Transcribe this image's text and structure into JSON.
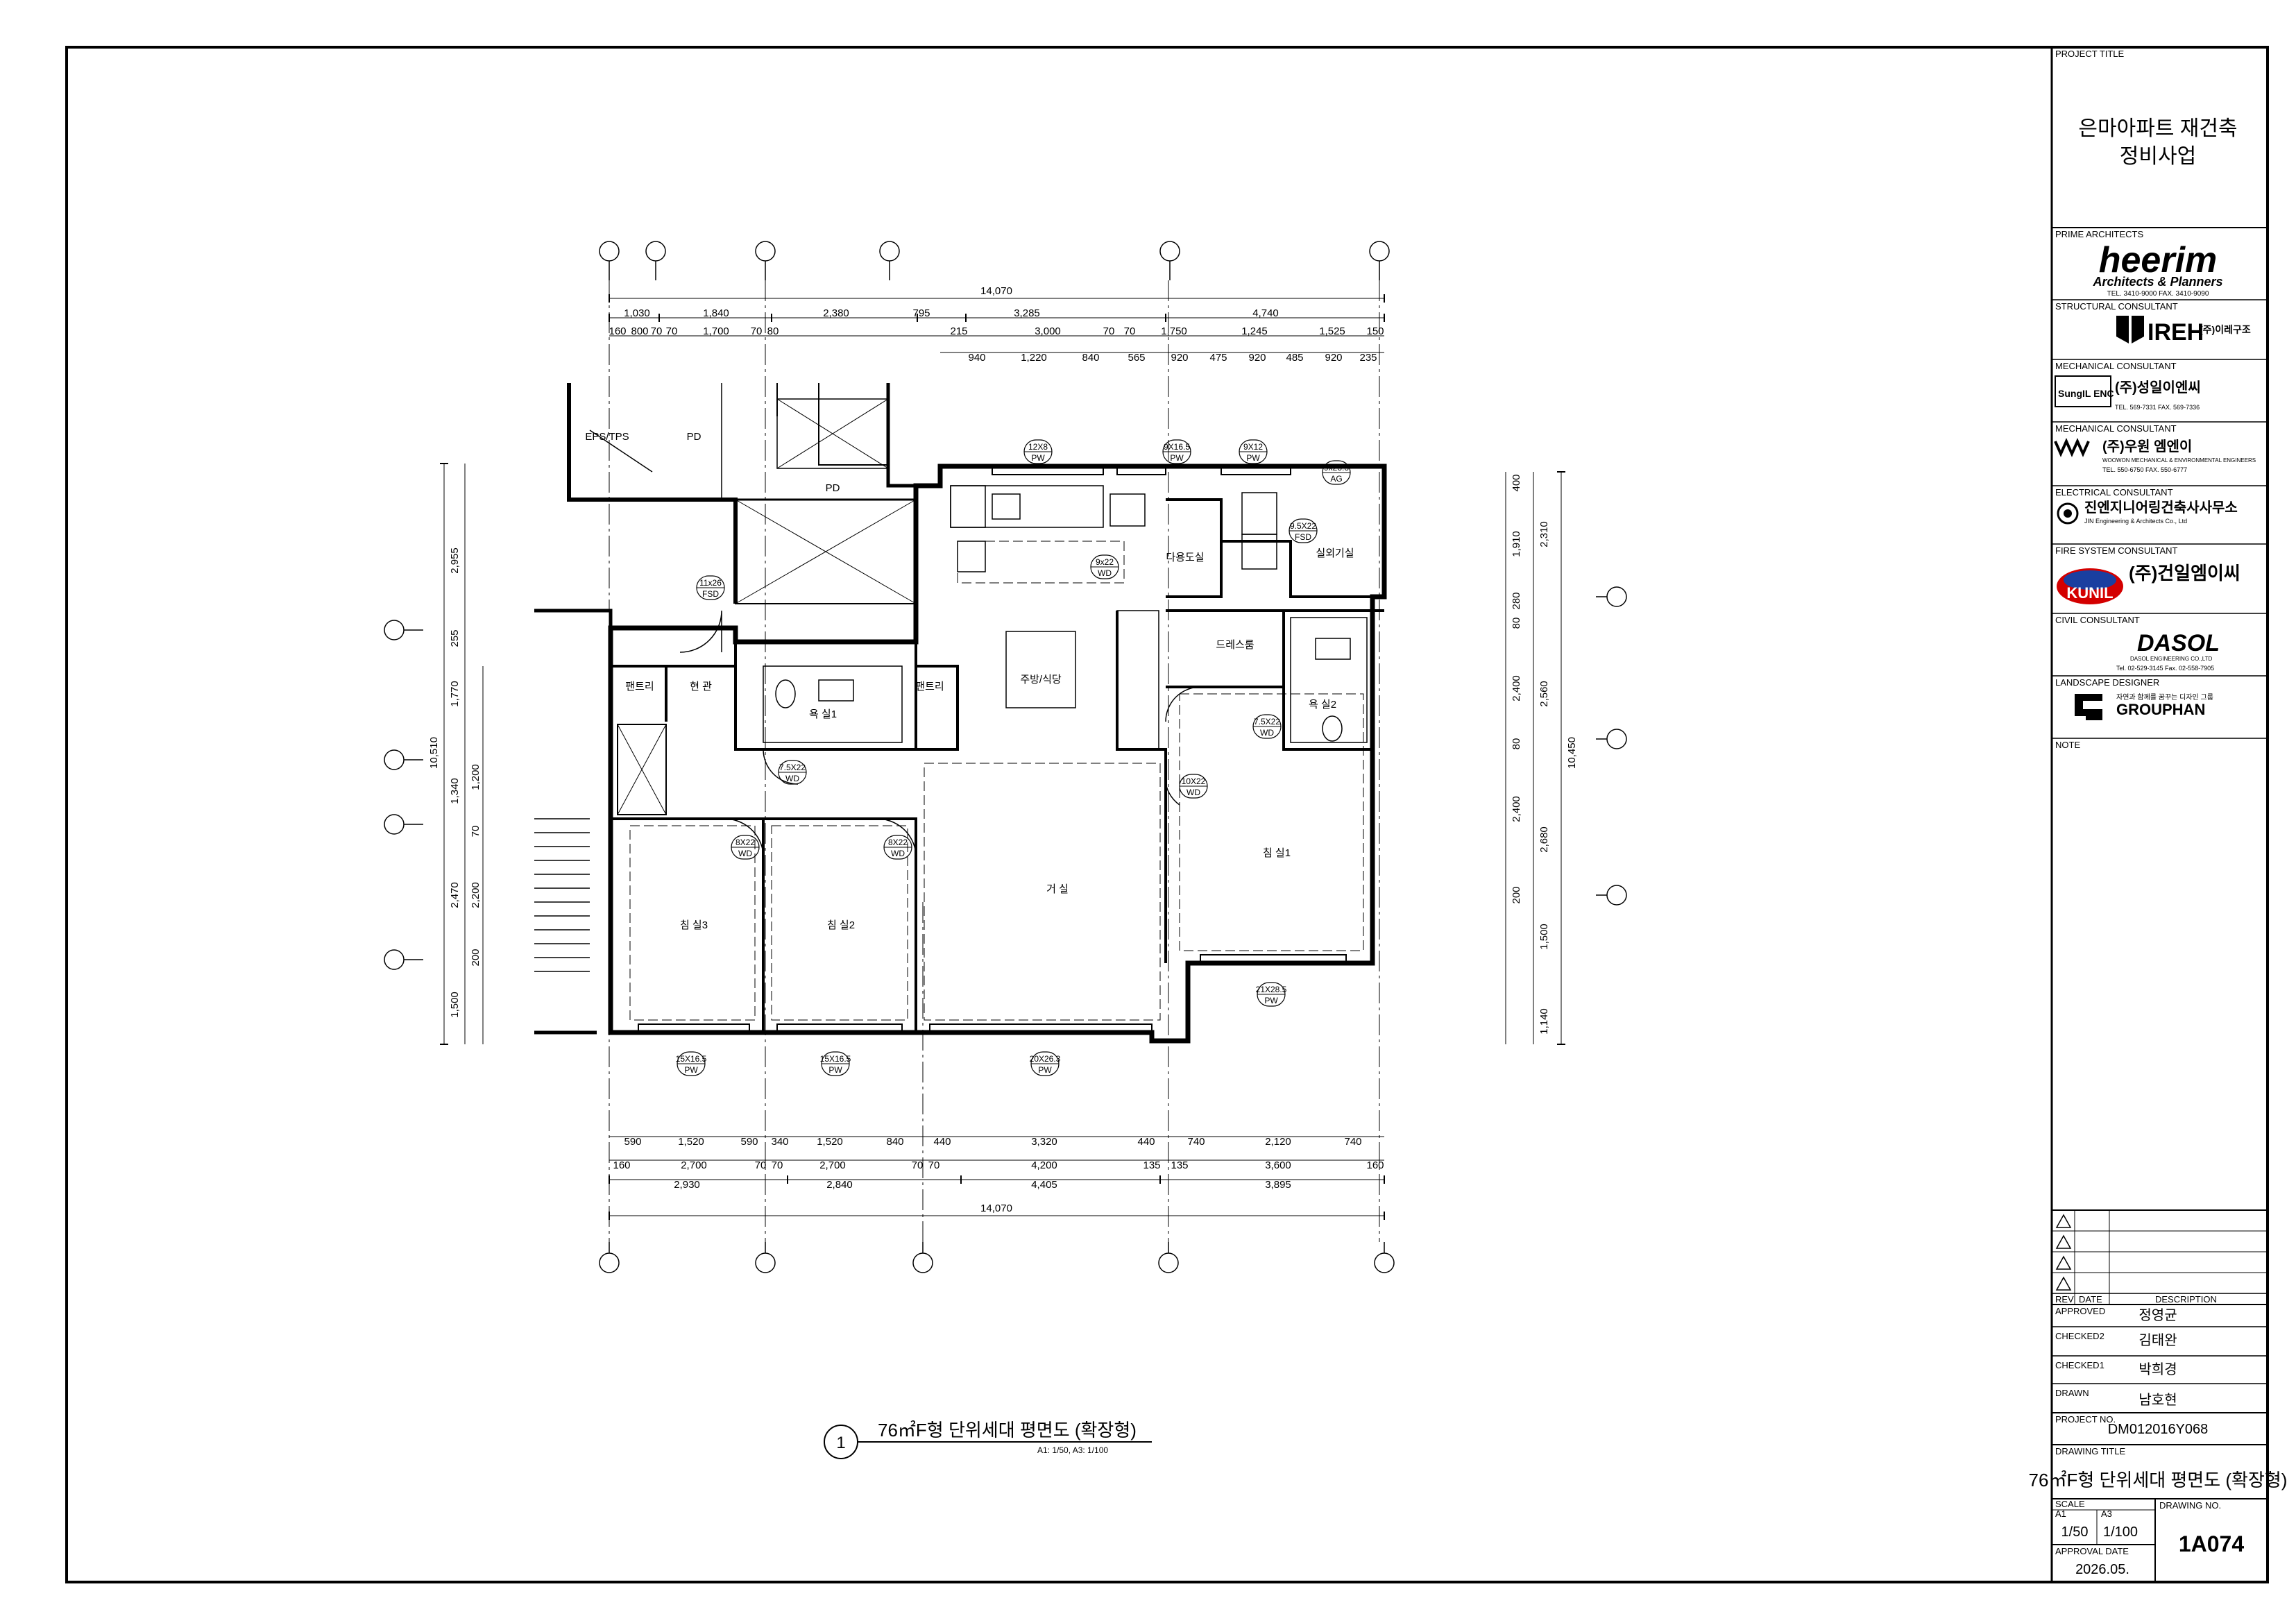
{
  "title_block": {
    "project_title_label": "PROJECT TITLE",
    "project_title_line1": "은마아파트 재건축",
    "project_title_line2": "정비사업",
    "consultants": [
      {
        "role": "PRIME ARCHITECTS",
        "name": "heerim",
        "sub": "Architects & Planners",
        "detail": "TEL. 3410-9000  FAX. 3410-9090"
      },
      {
        "role": "STRUCTURAL CONSULTANT",
        "name": "IREH",
        "sub": "(주)이레구조",
        "detail": ""
      },
      {
        "role": "MECHANICAL CONSULTANT",
        "name": "SungIL ENC",
        "sub": "(주)성일이엔씨",
        "detail": "TEL. 569-7331  FAX. 569-7336"
      },
      {
        "role": "MECHANICAL CONSULTANT",
        "name": "(주)우원 엠엔이",
        "sub": "WOOWON MECHANICAL & ENVIRONMENTAL ENGINEERS",
        "detail": "TEL. 550-6750  FAX. 550-6777"
      },
      {
        "role": "ELECTRICAL CONSULTANT",
        "name": "진엔지니어링건축사사무소",
        "sub": "JIN Engineering & Architects Co., Ltd",
        "detail": ""
      },
      {
        "role": "FIRE SYSTEM CONSULTANT",
        "name": "(주)건일엠이씨",
        "sub": "KUNIL",
        "detail": ""
      },
      {
        "role": "CIVIL CONSULTANT",
        "name": "DASOL",
        "sub": "DASOL ENGINEERING CO.,LTD",
        "detail": "Tel. 02-529-3145  Fax. 02-558-7905"
      },
      {
        "role": "LANDSCAPE DESIGNER",
        "name": "GROUPHAN",
        "sub": "자연과 함께를 꿈꾸는 디자인 그룹",
        "detail": ""
      }
    ],
    "note_label": "NOTE",
    "revision_header": {
      "rev": "REV",
      "date": "DATE",
      "description": "DESCRIPTION"
    },
    "approved_label": "APPROVED",
    "approved": "정영균",
    "checked2_label": "CHECKED2",
    "checked2": "김태완",
    "checked1_label": "CHECKED1",
    "checked1": "박희경",
    "drawn_label": "DRAWN",
    "drawn": "남호현",
    "project_no_label": "PROJECT NO.",
    "project_no": "DM012016Y068",
    "drawing_title_label": "DRAWING TITLE",
    "drawing_title": "76㎡F형 단위세대 평면도 (확장형)",
    "scale_label": "SCALE",
    "a1_label": "A1",
    "a3_label": "A3",
    "scale_a1": "1/50",
    "scale_a3": "1/100",
    "drawing_no_label": "DRAWING NO.",
    "drawing_no": "1A074",
    "approval_date_label": "APPROVAL DATE",
    "approval_date": "2026.05."
  },
  "caption": {
    "number": "1",
    "title": "76㎡F형 단위세대 평면도 (확장형)",
    "scale": "A1: 1/50, A3: 1/100"
  },
  "rooms": {
    "pantry1": "팬트리",
    "entrance": "현 관",
    "pantry2": "팬트리",
    "bath1": "욕 실1",
    "kitchen": "주방/식당",
    "dress": "드레스룸",
    "bath2": "욕 실2",
    "utility": "다용도실",
    "outdoor": "실외기실",
    "bed1": "침 실1",
    "bed2": "침 실2",
    "bed3": "침 실3",
    "living": "거 실",
    "pd1": "PD",
    "pd2": "PD",
    "eps": "EPS/TPS"
  },
  "tags": {
    "t1": "12X8",
    "t1b": "PW",
    "t2": "9X16.5",
    "t2b": "PW",
    "t3": "9X12",
    "t3b": "PW",
    "t4": "9x23.3",
    "t4b": "AG",
    "t5": "11x26",
    "t5b": "FSD",
    "t6": "9x22",
    "t6b": "WD",
    "t7": "7.5X22",
    "t7b": "WD",
    "t8": "10X22",
    "t8b": "WD",
    "t9": "7.5X22",
    "t9b": "WD",
    "t10": "8X22",
    "t10b": "WD",
    "t11": "8X22",
    "t11b": "WD",
    "t12": "15X16.5",
    "t12b": "PW",
    "t13": "15X16.5",
    "t13b": "PW",
    "t14": "20X26.3",
    "t14b": "PW",
    "t15": "21X28.5",
    "t15b": "PW",
    "t16": "9.5X22",
    "t16b": "FSD"
  },
  "dims": {
    "top_total": "14,070",
    "top_r1": [
      "1,030",
      "1,840",
      "2,380",
      "795",
      "3,285",
      "4,740"
    ],
    "top_r2": [
      "160",
      "800",
      "70",
      "70",
      "1,700",
      "70",
      "80",
      "215",
      "3,000",
      "70",
      "70",
      "1,750",
      "1,245",
      "1,525",
      "150"
    ],
    "top_r3": [
      "940",
      "1,220",
      "840",
      "565",
      "920",
      "475",
      "920",
      "485",
      "920",
      "235"
    ],
    "bot_r1": [
      "590",
      "1,520",
      "590",
      "340",
      "1,520",
      "840",
      "440",
      "3,320",
      "440",
      "740",
      "2,120",
      "740"
    ],
    "bot_r2": [
      "160",
      "2,700",
      "70",
      "70",
      "2,700",
      "70",
      "70",
      "4,200",
      "135",
      "135",
      "3,600",
      "160"
    ],
    "bot_r3": [
      "2,930",
      "2,840",
      "4,405",
      "3,895"
    ],
    "bot_total": "14,070",
    "left_r1": [
      "2,955",
      "255",
      "1,770",
      "1,340",
      "2,470",
      "1,500"
    ],
    "left_r2": [
      "1,200",
      "70",
      "2,200",
      "200"
    ],
    "left_total": "10,510",
    "right_r1": [
      "400",
      "1,910",
      "280",
      "80",
      "2,400",
      "80",
      "2,400",
      "200",
      "1,500",
      "1,140"
    ],
    "right_r2": [
      "2,310",
      "2,560",
      "2,680"
    ],
    "right_total": "10,450"
  }
}
